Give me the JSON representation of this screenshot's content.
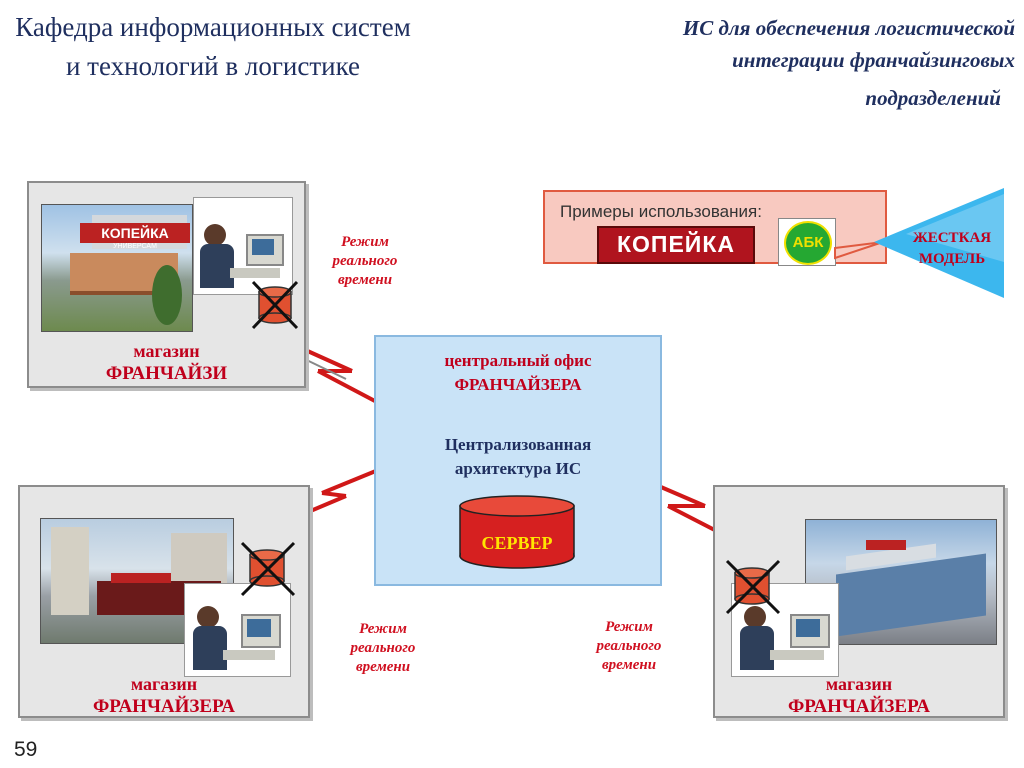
{
  "header": {
    "department": "Кафедра информационных систем и технологий в логистике",
    "title_line1": "ИС для обеспечения логистической",
    "title_line2": "интеграции франчайзинговых",
    "title_line3": "подразделений"
  },
  "stores": {
    "top_left": {
      "line1": "магазин",
      "line2": "ФРАНЧАЙЗИ"
    },
    "bottom_left": {
      "line1": "магазин",
      "line2": "ФРАНЧАЙЗЕРА"
    },
    "bottom_right": {
      "line1": "магазин",
      "line2": "ФРАНЧАЙЗЕРА"
    }
  },
  "realtime": {
    "top": [
      "Режим",
      "реального",
      "времени"
    ],
    "bottom_left": [
      "Режим",
      "реального",
      "времени"
    ],
    "bottom_right": [
      "Режим",
      "реального",
      "времени"
    ]
  },
  "office": {
    "line1": "центральный офис",
    "line2": "ФРАНЧАЙЗЕРА",
    "line3": "Централизованная",
    "line4": "архитектура ИС",
    "server": "СЕРВЕР"
  },
  "callout": {
    "examples_label": "Примеры использования:",
    "logo1": "КОПЕЙКА",
    "logo2": "АБК"
  },
  "model": {
    "line1": "ЖЕСТКАЯ",
    "line2": "МОДЕЛЬ"
  },
  "photo_signage": {
    "store_sign": "КОПЕЙКА",
    "sign_sub": "УНИВЕРСАМ"
  },
  "slide_number": "59",
  "colors": {
    "red": "#c0001c",
    "navy": "#1f2f5f",
    "office_fill": "#c9e3f7",
    "triangle": "#3cb7ee"
  }
}
